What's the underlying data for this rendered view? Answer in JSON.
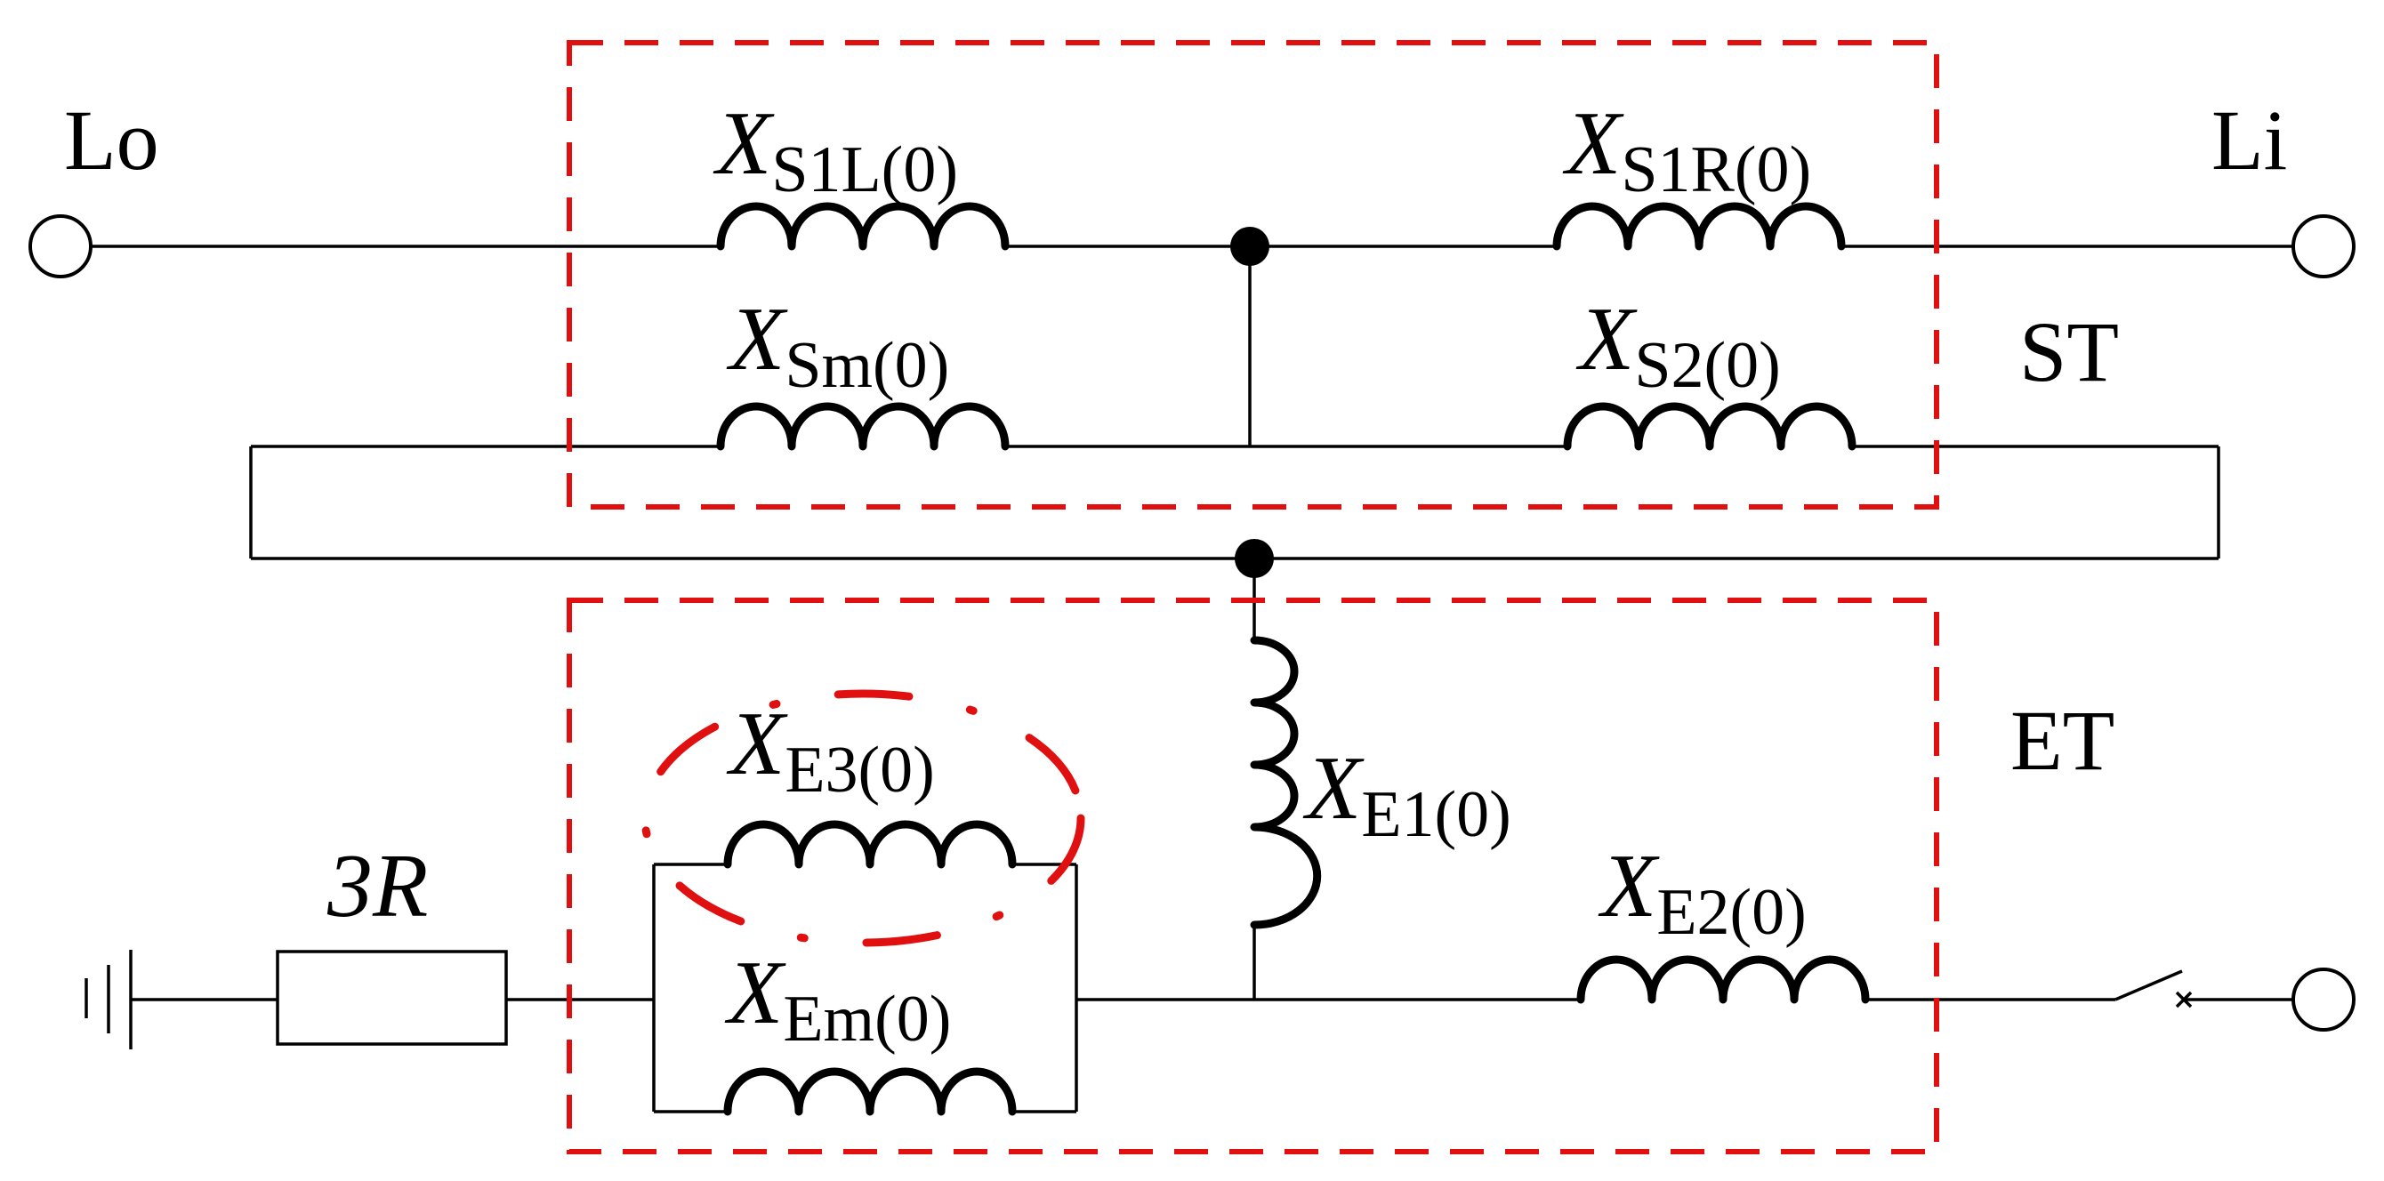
{
  "terminals": {
    "left_top": "Lo",
    "right_top": "Li"
  },
  "blocks": {
    "upper": "ST",
    "lower": "ET"
  },
  "resistor": {
    "label": "3R"
  },
  "reactances": [
    {
      "id": "xs1l",
      "symbol": "X",
      "subscript": "S1L(0)"
    },
    {
      "id": "xs1r",
      "symbol": "X",
      "subscript": "S1R(0)"
    },
    {
      "id": "xsm",
      "symbol": "X",
      "subscript": "Sm(0)"
    },
    {
      "id": "xs2",
      "symbol": "X",
      "subscript": "S2(0)"
    },
    {
      "id": "xe3",
      "symbol": "X",
      "subscript": "E3(0)"
    },
    {
      "id": "xe1",
      "symbol": "X",
      "subscript": "E1(0)"
    },
    {
      "id": "xe2",
      "symbol": "X",
      "subscript": "E2(0)"
    },
    {
      "id": "xem",
      "symbol": "X",
      "subscript": "Em(0)"
    }
  ],
  "colors": {
    "wire": "#000000",
    "highlight": "#e01010"
  }
}
